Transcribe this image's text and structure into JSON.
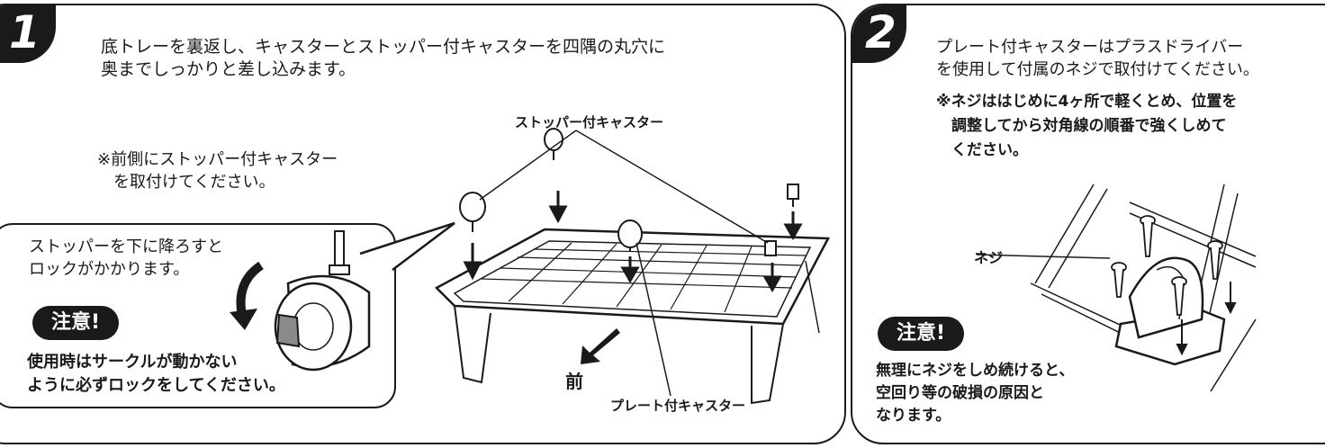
{
  "step1": {
    "number": "1",
    "instruction": "底トレーを裏返し、キャスターとストッパー付キャスターを四隅の丸穴に\n奥までしっかりと差し込みます。",
    "note": "※前側にストッパー付キャスター\n　を取付けてください。",
    "callout_stopper_caster": "ストッパー付キャスター",
    "callout_plate_caster": "プレート付キャスター",
    "front_label": "前",
    "bubble": {
      "text": "ストッパーを下に降ろすと\nロックがかかります。",
      "caution_badge": "注意!",
      "caution_text": "使用時はサークルが動かない\nように必ずロックをしてください。"
    }
  },
  "step2": {
    "number": "2",
    "instruction": "プレート付キャスターはプラスドライバー\nを使用して付属のネジで取付けてください。",
    "note": "※ネジははじめに4ヶ所で軽くとめ、位置を\n　調整してから対角線の順番で強くしめて\n　ください。",
    "callout_screw": "ネジ",
    "caution_badge": "注意!",
    "caution_text": "無理にネジをしめ続けると、\n空回り等の破損の原因と\nなります。"
  },
  "colors": {
    "ink": "#1a1a1a",
    "lever_gray": "#8a8a8a",
    "paper": "#ffffff"
  }
}
